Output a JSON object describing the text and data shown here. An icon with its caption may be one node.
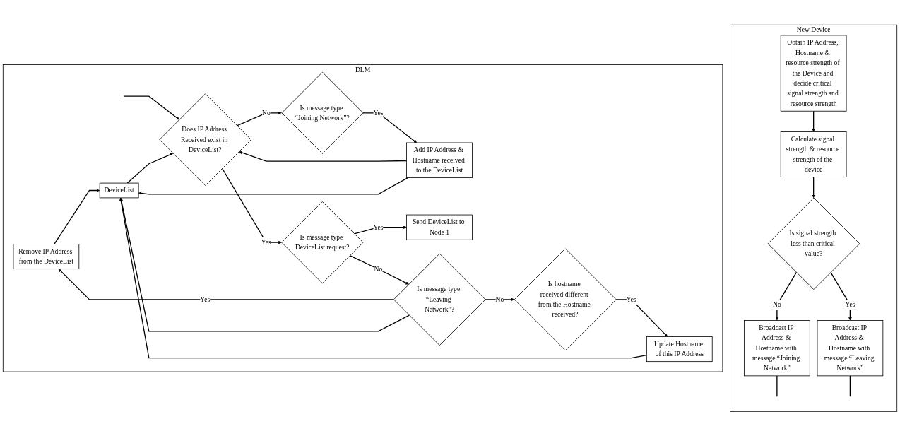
{
  "diagram": {
    "nodes": [
      {
        "text": [
          "New Device"
        ]
      },
      {
        "text": [
          "Obtain IP Address, Hostname & resource strength of the Device and decide critical signal strength and resource strength"
        ],
        "in": 0
      },
      {
        "text": [
          "Calculate signal strength & resource strength of the device"
        ],
        "in": 0
      },
      {
        "text": [
          "Is signal strength less than critical value?"
        ],
        "in": 0
      },
      {
        "text": [
          "Broadcast IP Address & Hostname with message “Joining Network”"
        ],
        "in": 0
      },
      {
        "text": [
          "Broadcast IP Address & Hostname with message “Leaving Network”"
        ],
        "in": 0
      },
      {
        "text": [
          "DLM"
        ]
      },
      {
        "text": [
          "Remove IP Address from the DeviceList"
        ],
        "in": 6
      },
      {
        "text": [
          "Update Hostname of this IP Address"
        ],
        "in": 6
      },
      {
        "text": [
          "Is message type “Leaving Network”?"
        ],
        "in": 6
      },
      {
        "text": [
          "Is hostname received different from the Hostname received?"
        ],
        "in": 6
      },
      {
        "text": [
          "DeviceList"
        ],
        "in": 6
      },
      {
        "text": [
          "Is message type DeviceList request?"
        ],
        "in": 6
      },
      {
        "text": [
          "Add IP Address & Hostname received to the DeviceList"
        ],
        "in": 6
      },
      {
        "text": [
          "Send DeviceList to Node 1"
        ],
        "in": 6
      },
      {
        "text": [
          "Does IP Address Received exist in DeviceList?"
        ],
        "in": 6
      },
      {
        "text": [
          "Is message type “Joining Network”?"
        ],
        "in": 6
      }
    ],
    "edges": [
      {
        "from": 1,
        "to": 2,
        "arrow": "to"
      },
      {
        "from": 2,
        "to": 3,
        "arrow": "to"
      },
      {
        "from": 3,
        "to": 4,
        "arrow": "to",
        "label": "No"
      },
      {
        "from": 3,
        "to": 5,
        "arrow": "to",
        "label": "Yes"
      },
      {
        "from": 4,
        "to": null,
        "arrow": "none"
      },
      {
        "from": 5,
        "to": null,
        "arrow": "none"
      },
      {
        "from": null,
        "to": 15,
        "arrow": "to"
      },
      {
        "from": 15,
        "to": 12,
        "arrow": "to",
        "label": "Yes"
      },
      {
        "from": 15,
        "to": 16,
        "arrow": "to",
        "label": "No"
      },
      {
        "from": 16,
        "to": 13,
        "arrow": "to",
        "label": "Yes"
      },
      {
        "from": 13,
        "to": 15,
        "arrow": "to"
      },
      {
        "from": 12,
        "to": 14,
        "arrow": "to",
        "label": "Yes"
      },
      {
        "from": 12,
        "to": 9,
        "arrow": "to",
        "label": "No"
      },
      {
        "from": 9,
        "to": 7,
        "arrow": "to",
        "label": "Yes"
      },
      {
        "from": 9,
        "to": 10,
        "arrow": "to",
        "label": "No"
      },
      {
        "from": 9,
        "to": 11,
        "arrow": "to"
      },
      {
        "from": 10,
        "to": 8,
        "arrow": "to",
        "label": "Yes"
      },
      {
        "from": 7,
        "to": 11,
        "arrow": "to"
      },
      {
        "from": 8,
        "to": 11,
        "arrow": "to"
      },
      {
        "from": 13,
        "to": 11,
        "arrow": "to"
      },
      {
        "from": 11,
        "to": 15,
        "arrow": "to"
      }
    ]
  }
}
